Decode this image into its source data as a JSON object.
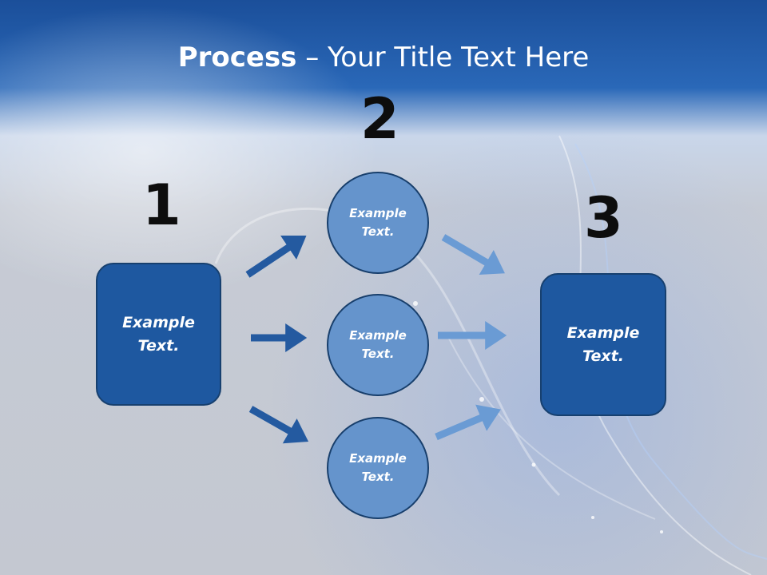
{
  "title": {
    "bold": "Process",
    "rest": " – Your Title Text Here"
  },
  "steps": {
    "one": {
      "number": "1",
      "box_text": "Example\nText."
    },
    "two": {
      "number": "2",
      "circles": [
        "Example\nText.",
        "Example\nText.",
        "Example\nText."
      ]
    },
    "three": {
      "number": "3",
      "box_text": "Example\nText."
    }
  },
  "colors": {
    "dark_box": "#1e58a0",
    "circle_fill": "#6594cc",
    "dark_arrow": "#245aa0",
    "light_arrow": "#6a9bd4",
    "title_bar": "#1f5aa6"
  }
}
